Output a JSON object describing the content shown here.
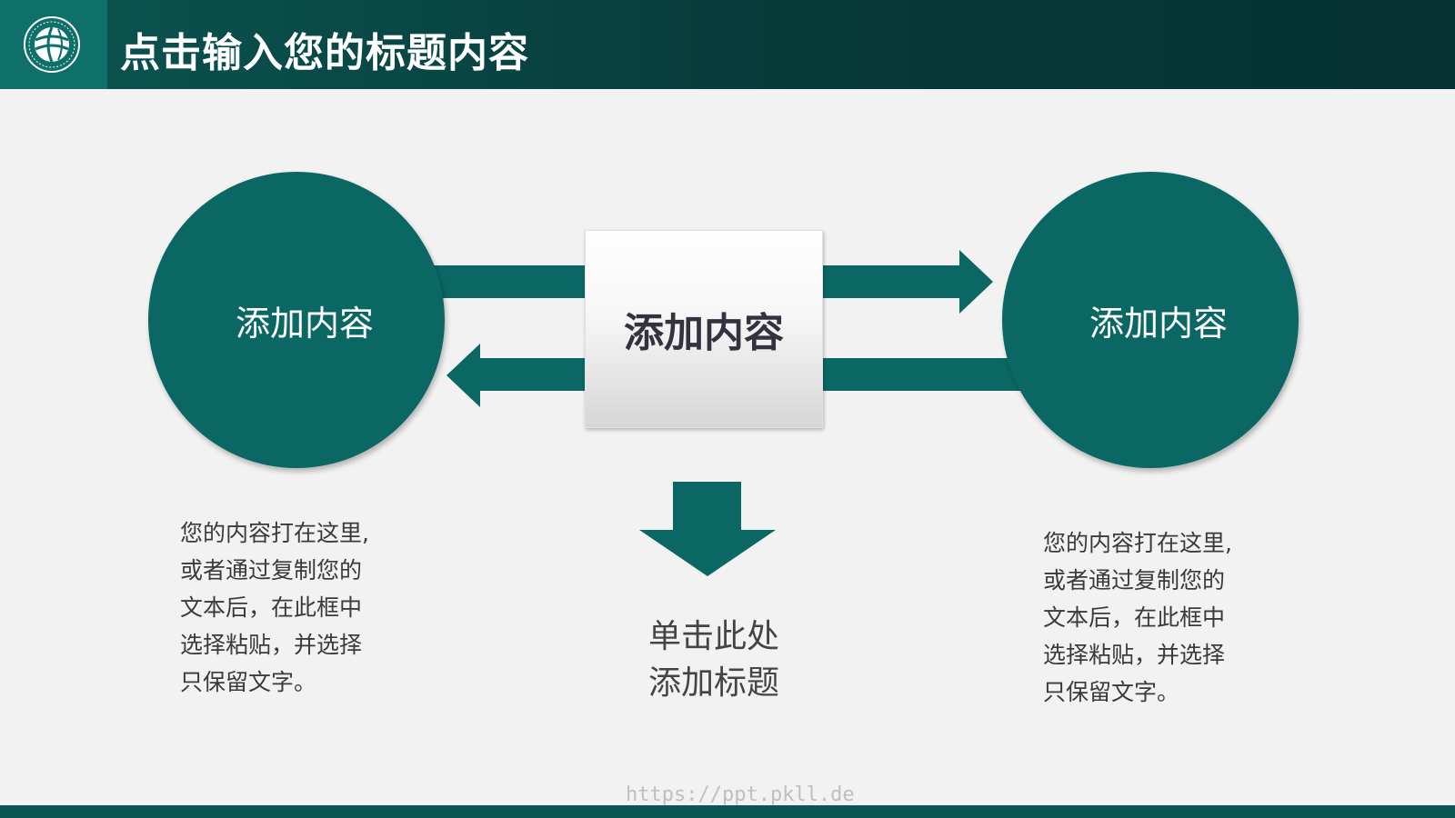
{
  "header": {
    "title": "点击输入您的标题内容",
    "logo_icon": "state-grid-globe-logo",
    "colors": {
      "bar": "#063a39",
      "logo_box": "#0e6f6b"
    }
  },
  "diagram": {
    "left_circle_label": "添加内容",
    "center_box_label": "添加内容",
    "right_circle_label": "添加内容",
    "accent_color": "#0b6764"
  },
  "left_text": {
    "lines": [
      "您的内容打在这里,",
      "或者通过复制您的",
      "文本后，在此框中",
      "选择粘贴，并选择",
      "只保留文字。"
    ]
  },
  "right_text": {
    "lines": [
      "您的内容打在这里,",
      "或者通过复制您的",
      "文本后，在此框中",
      "选择粘贴，并选择",
      "只保留文字。"
    ]
  },
  "center_subtitle": {
    "lines": [
      "单击此处",
      "添加标题"
    ]
  },
  "footer": {
    "watermark": "https://ppt.pkll.de"
  }
}
